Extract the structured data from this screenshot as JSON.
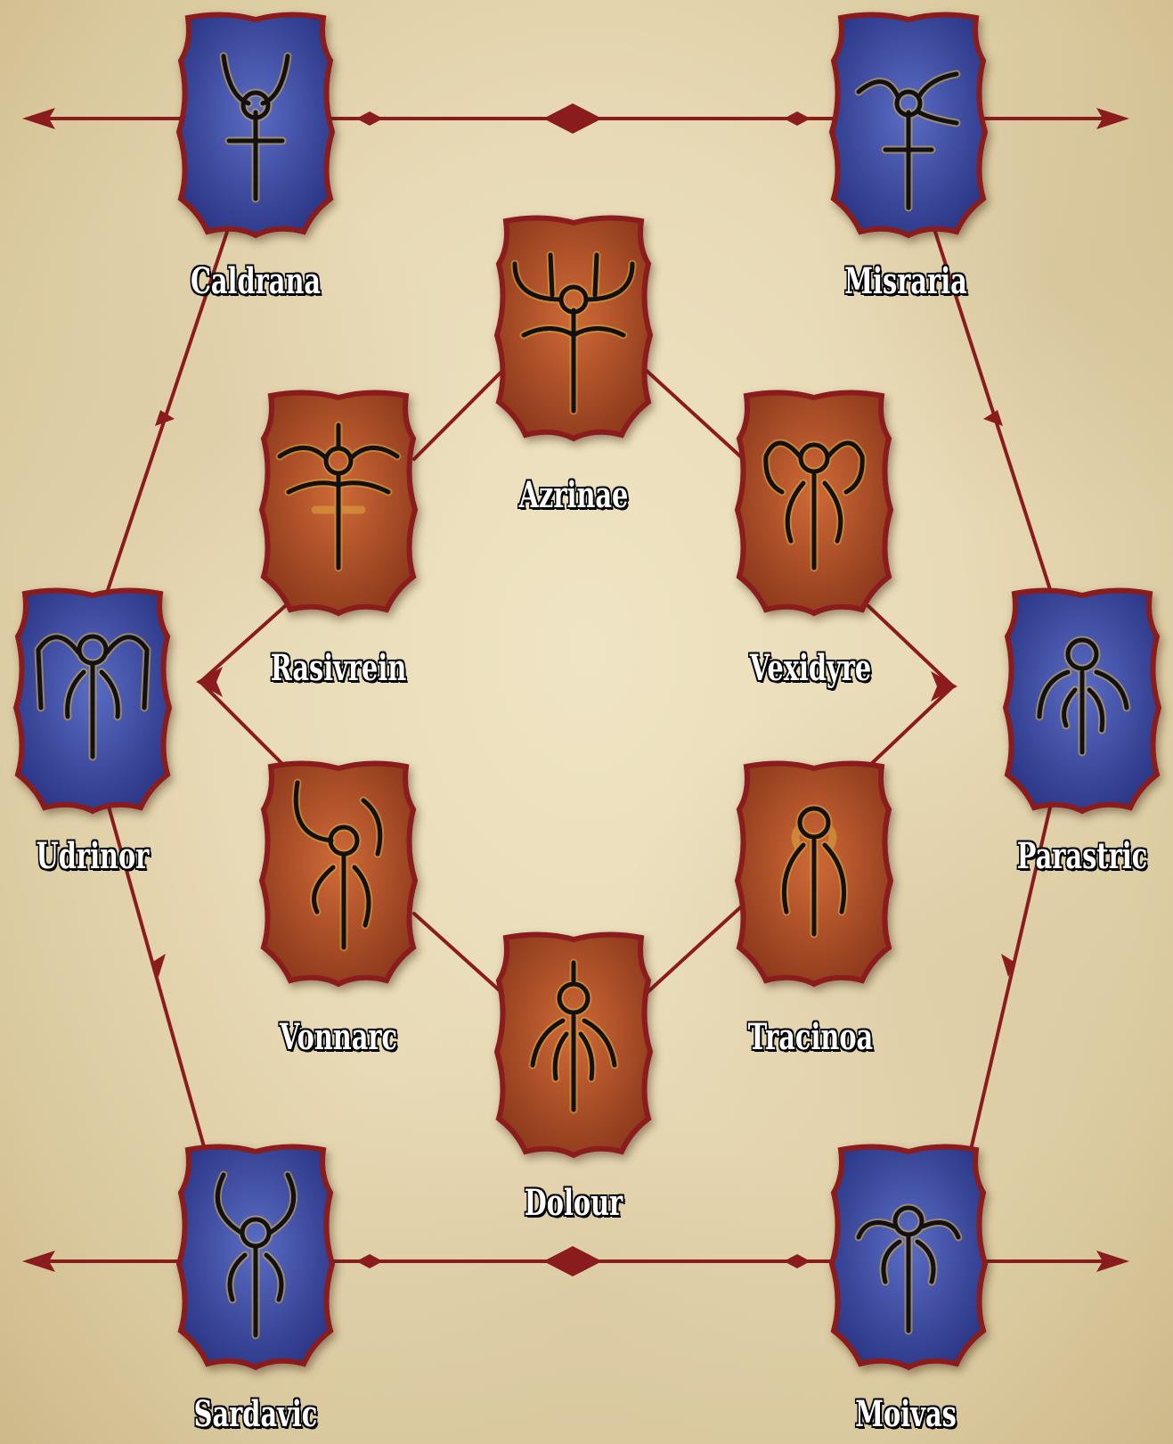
{
  "colors": {
    "outer_shield_fill": "#3f4fa6",
    "inner_shield_fill": "#b4542b",
    "shield_border": "#8a1c1e",
    "connector_line": "#8a1c1e",
    "sigil_stroke": "#111111",
    "sigil_glow": "#e0b040"
  },
  "outer_ring": [
    {
      "id": "caldrana",
      "label": "Caldrana",
      "sigil": "caldrana-sigil"
    },
    {
      "id": "misraria",
      "label": "Misraria",
      "sigil": "misraria-sigil"
    },
    {
      "id": "parastric",
      "label": "Parastric",
      "sigil": "parastric-sigil"
    },
    {
      "id": "moivas",
      "label": "Moivas",
      "sigil": "moivas-sigil"
    },
    {
      "id": "sardavic",
      "label": "Sardavic",
      "sigil": "sardavic-sigil"
    },
    {
      "id": "udrinor",
      "label": "Udrinor",
      "sigil": "udrinor-sigil"
    }
  ],
  "inner_ring": [
    {
      "id": "azrinae",
      "label": "Azrinae",
      "sigil": "azrinae-sigil"
    },
    {
      "id": "vexidyre",
      "label": "Vexidyre",
      "sigil": "vexidyre-sigil"
    },
    {
      "id": "tracinoa",
      "label": "Tracinoa",
      "sigil": "tracinoa-sigil"
    },
    {
      "id": "dolour",
      "label": "Dolour",
      "sigil": "dolour-sigil"
    },
    {
      "id": "vonnarc",
      "label": "Vonnarc",
      "sigil": "vonnarc-sigil"
    },
    {
      "id": "rasivrein",
      "label": "Rasivrein",
      "sigil": "rasivrein-sigil"
    }
  ]
}
